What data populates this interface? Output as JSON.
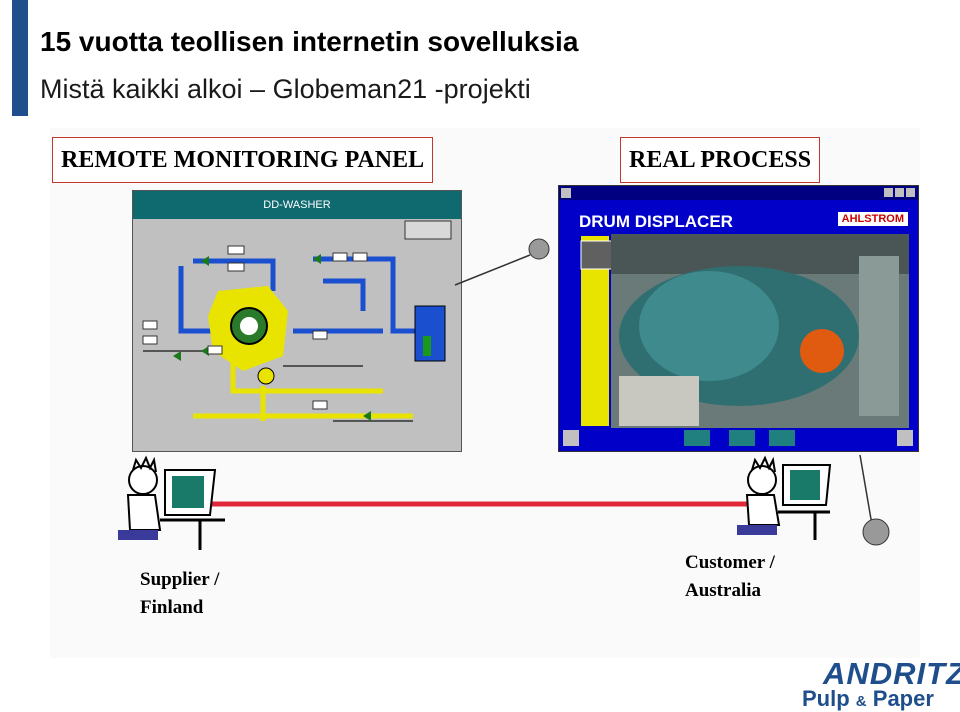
{
  "header": {
    "title": "15 vuotta teollisen internetin sovelluksia",
    "subtitle": "Mistä kaikki alkoi – Globeman21 -projekti"
  },
  "diagram": {
    "left_panel_label": "REMOTE MONITORING PANEL",
    "right_panel_label": "REAL PROCESS",
    "scada_title": "DD-WASHER",
    "app_heading": "DRUM DISPLACER",
    "app_brand": "AHLSTROM",
    "supplier_label_line1": "Supplier /",
    "supplier_label_line2": "Finland",
    "customer_label_line1": "Customer /",
    "customer_label_line2": "Australia"
  },
  "logo": {
    "brand": "ANDRITZ",
    "sub_line1": "Pulp",
    "sub_amp": "&",
    "sub_line2": "Paper"
  },
  "colors": {
    "accent": "#1f4e8c",
    "link_line": "#e0283a",
    "scada_header": "#0f6a70",
    "app_background": "#0000c8"
  }
}
